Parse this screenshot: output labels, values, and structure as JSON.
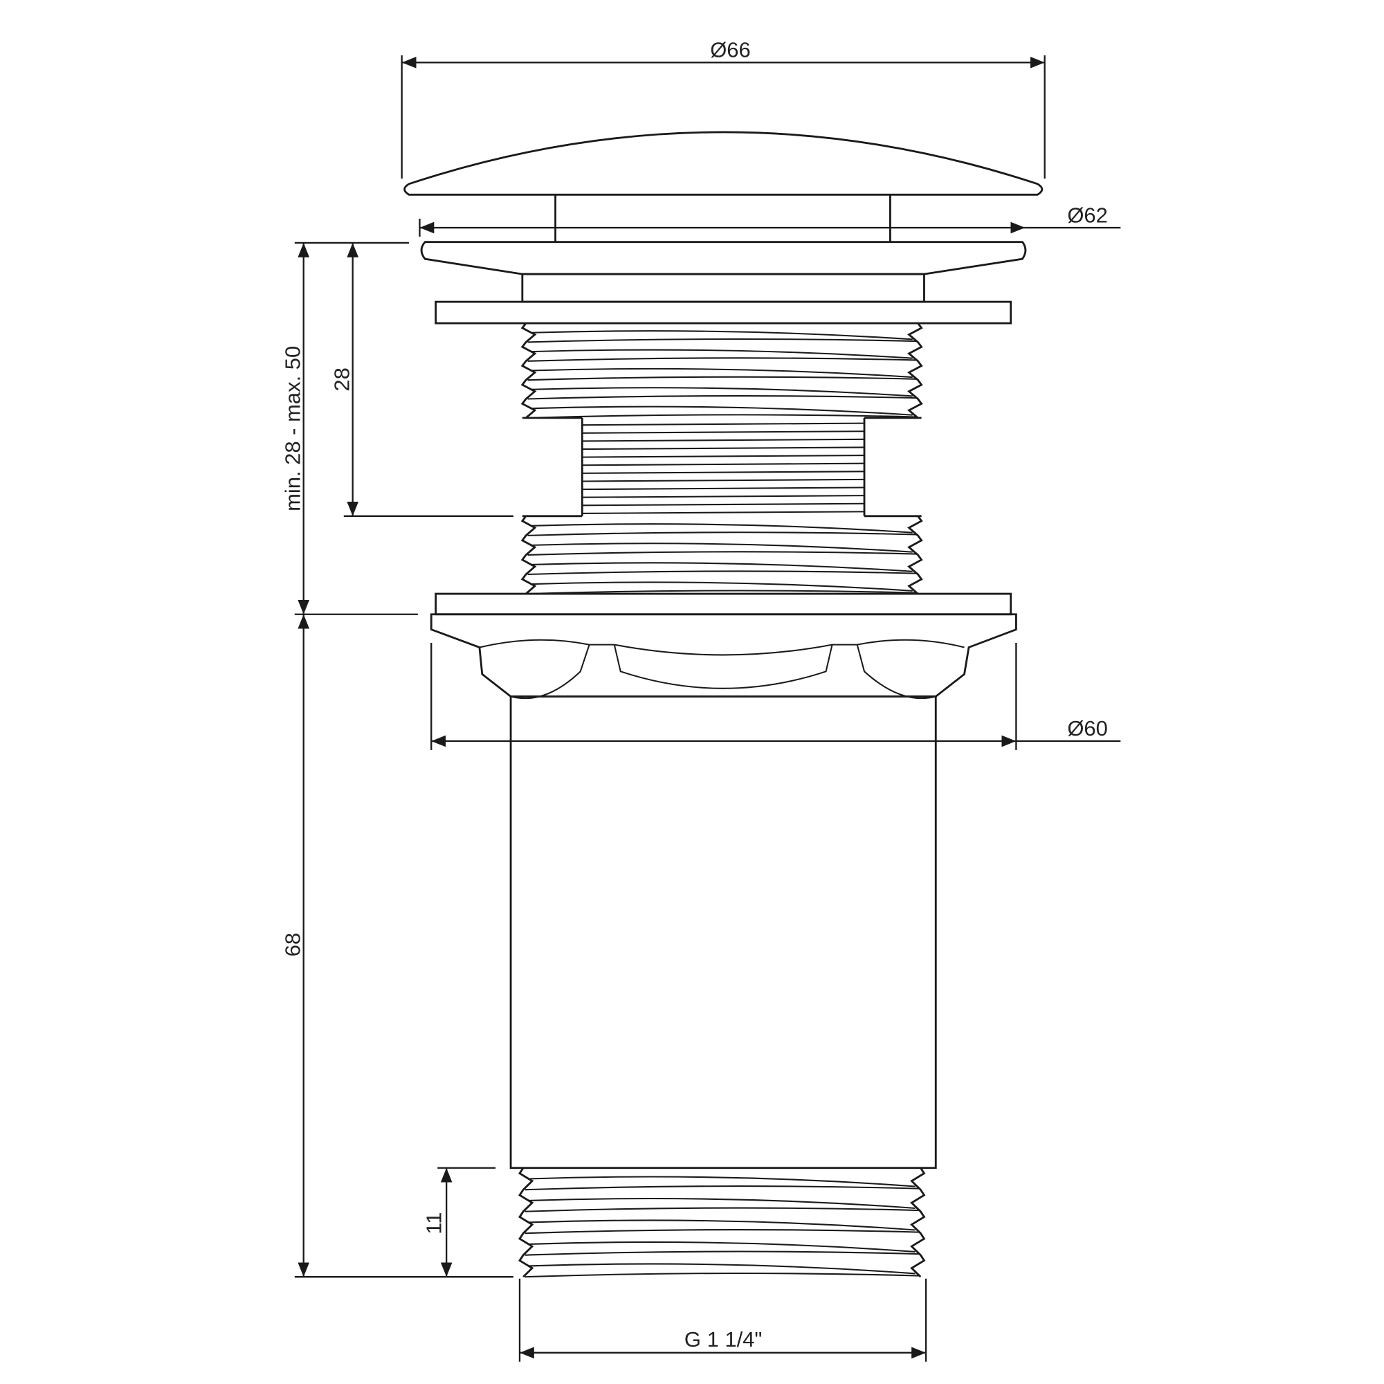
{
  "drawing": {
    "title": "Pop-up waste valve dimensional drawing",
    "dimensions": {
      "cap_diameter": "Ø66",
      "flange_diameter": "Ø62",
      "body_flange_diameter": "Ø60",
      "basin_thickness_range": "min. 28 - max. 50",
      "upper_thread_length": "28",
      "body_length": "68",
      "bottom_thread_length": "11",
      "thread_spec": "G 1 1/4\""
    },
    "colors": {
      "line": "#1a1a1a",
      "text": "#222222"
    }
  }
}
